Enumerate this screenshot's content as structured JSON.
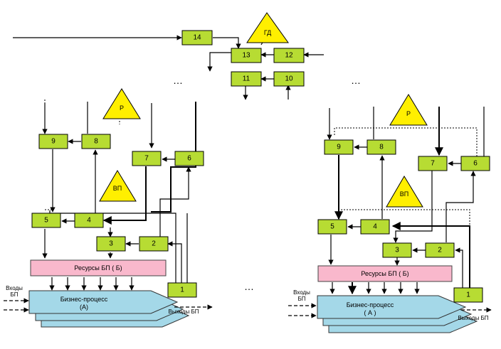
{
  "top": {
    "box_14": "14",
    "box_13": "13",
    "box_12": "12",
    "box_11": "11",
    "box_10": "10",
    "tri_gd": "ГД"
  },
  "left": {
    "box_9": "9",
    "box_8": "8",
    "box_7": "7",
    "box_6": "6",
    "box_5": "5",
    "box_4": "4",
    "box_3": "3",
    "box_2": "2",
    "box_1": "1",
    "tri_r": "Р",
    "tri_vp": "ВП",
    "resources": "Ресурсы БП ( Б)",
    "process_line1": "Бизнес-процесс",
    "process_line2": "(А)",
    "inputs_line1": "Входы",
    "inputs_line2": "БП",
    "outputs": "Выходы БП"
  },
  "right": {
    "box_9": "9",
    "box_8": "8",
    "box_7": "7",
    "box_6": "6",
    "box_5": "5",
    "box_4": "4",
    "box_3": "3",
    "box_2": "2",
    "box_1": "1",
    "tri_r": "Р",
    "tri_vp": "ВП",
    "resources": "Ресурсы БП ( Б)",
    "process_line1": "Бизнес-процесс",
    "process_line2": "( А )",
    "inputs_line1": "Входы",
    "inputs_line2": "БП",
    "outputs": "Выходы БП"
  },
  "ellipsis": "…"
}
